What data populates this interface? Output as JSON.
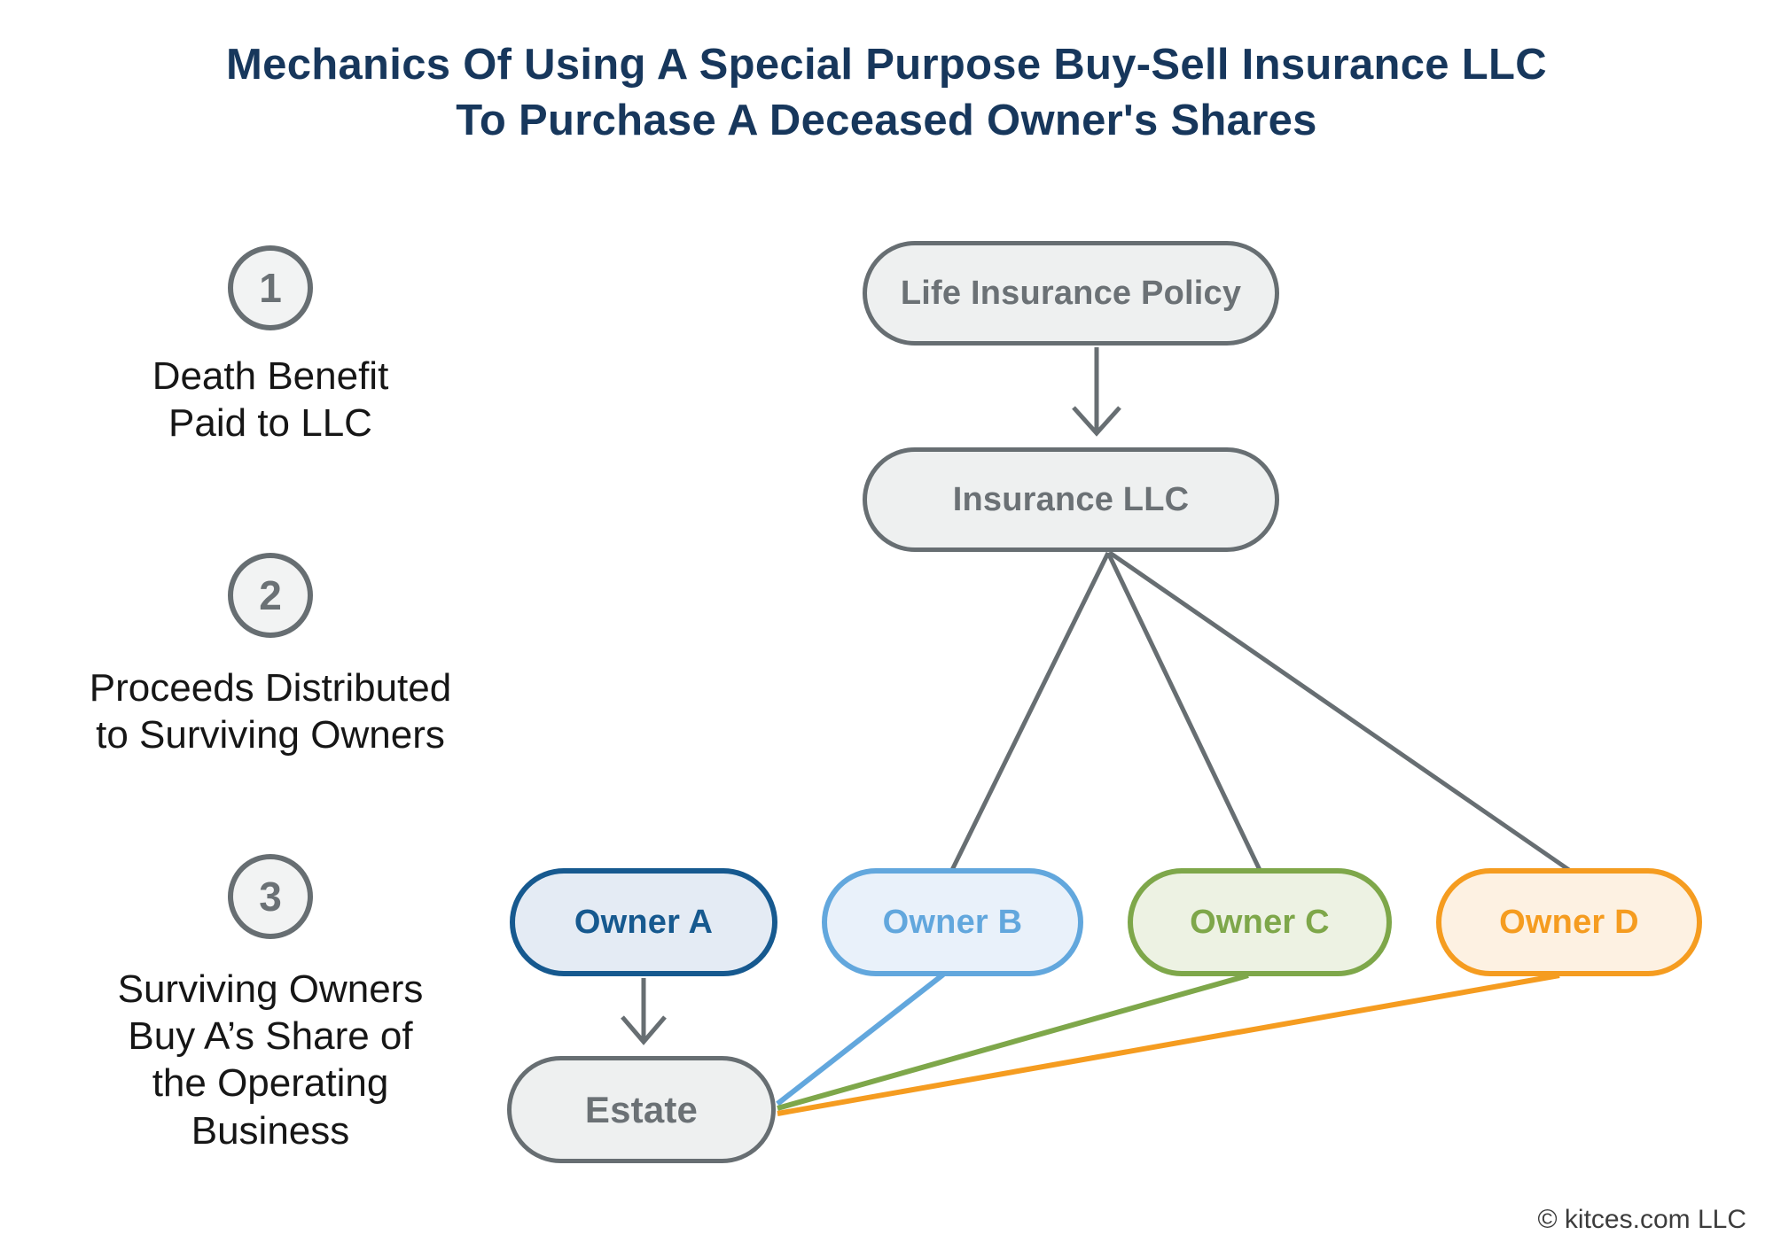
{
  "title": {
    "line1": "Mechanics Of Using A Special Purpose Buy-Sell Insurance LLC",
    "line2": "To Purchase A Deceased Owner's Shares"
  },
  "steps": [
    {
      "number": "1",
      "caption": "Death Benefit\nPaid to LLC"
    },
    {
      "number": "2",
      "caption": "Proceeds Distributed\nto Surviving Owners"
    },
    {
      "number": "3",
      "caption": "Surviving Owners\nBuy A’s Share of\nthe Operating\nBusiness"
    }
  ],
  "nodes": {
    "life_policy": {
      "label": "Life Insurance Policy"
    },
    "insurance_llc": {
      "label": "Insurance LLC"
    },
    "owner_a": {
      "label": "Owner A"
    },
    "owner_b": {
      "label": "Owner B"
    },
    "owner_c": {
      "label": "Owner C"
    },
    "owner_d": {
      "label": "Owner D"
    },
    "estate": {
      "label": "Estate"
    }
  },
  "footer": {
    "copyright": "© kitces.com LLC"
  },
  "palette": {
    "title_navy": "#17375c",
    "gray_line": "#676e72",
    "gray_text": "#6b7175",
    "gray_fill": "#eef0f0",
    "circle_fill": "#f2f3f3",
    "caption_text": "#161616",
    "copyright_text": "#3c3c3c",
    "owner_a_color": "#16598f",
    "owner_a_fill": "#e4ebf4",
    "owner_b_color": "#62a7dd",
    "owner_b_fill": "#e9f1fa",
    "owner_c_color": "#7ea74a",
    "owner_c_fill": "#edf2e3",
    "owner_d_color": "#f59c20",
    "owner_d_fill": "#fdf1e2"
  }
}
